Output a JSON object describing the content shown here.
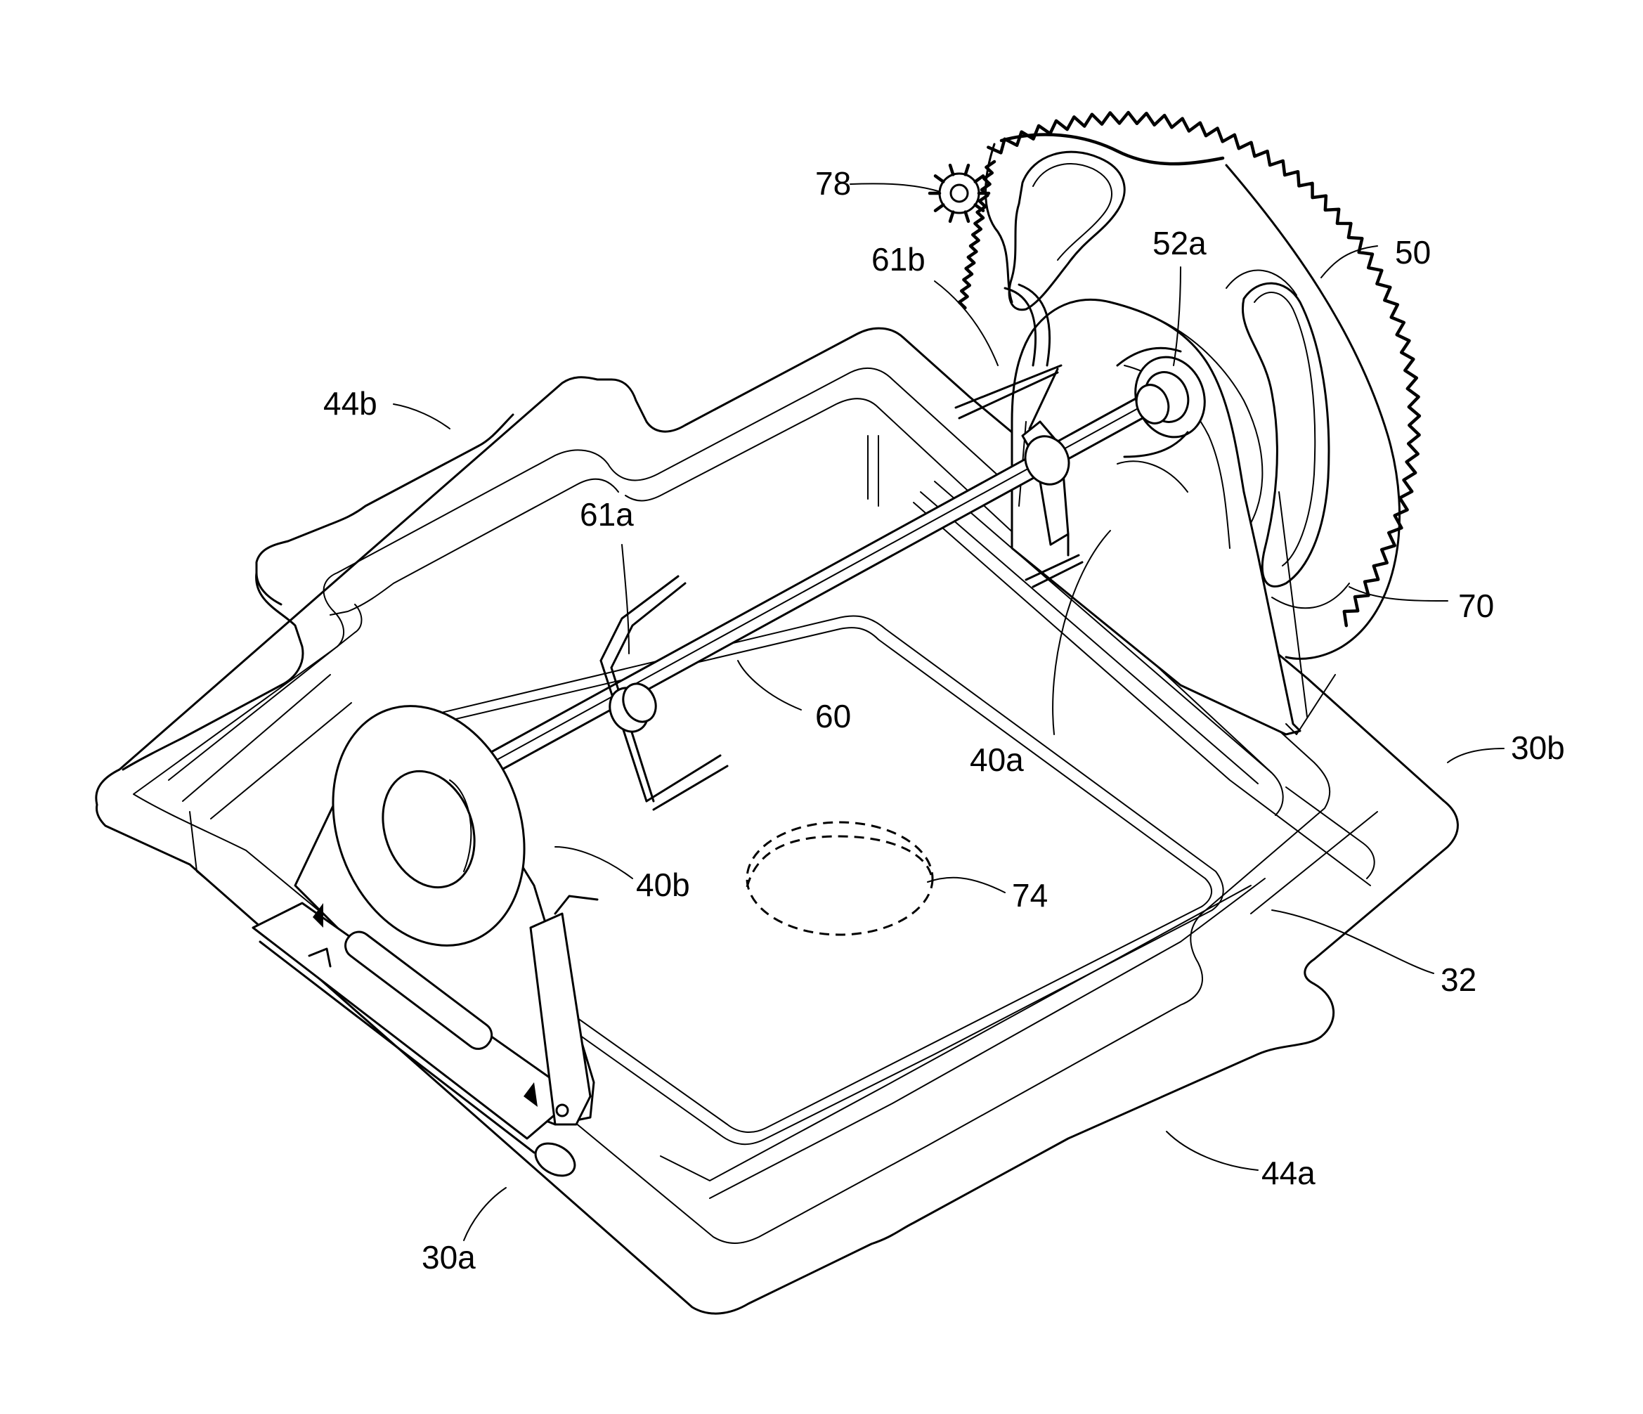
{
  "figure": {
    "labels": {
      "l78": "78",
      "l61b": "61b",
      "l52a": "52a",
      "l50": "50",
      "l44b": "44b",
      "l61a": "61a",
      "l70": "70",
      "l60": "60",
      "l30b": "30b",
      "l40a": "40a",
      "l40b": "40b",
      "l74": "74",
      "l32": "32",
      "l44a": "44a",
      "l30a": "30a"
    }
  }
}
